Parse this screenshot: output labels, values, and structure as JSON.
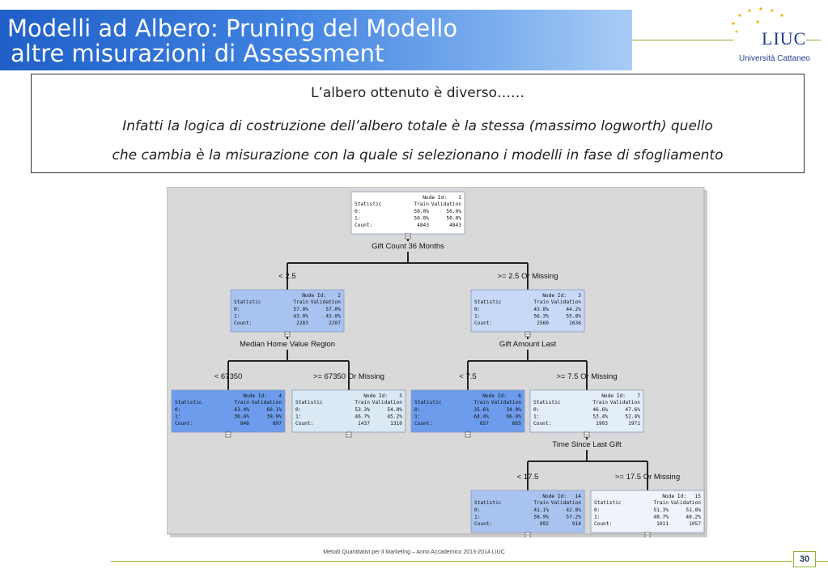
{
  "header": {
    "title_line1": "Modelli ad Albero: Pruning del Modello",
    "title_line2": "altre misurazioni di Assessment",
    "logo_text": "LIUC",
    "logo_sub": "Università Cattaneo"
  },
  "textbox": {
    "line1": "L’albero ottenuto è diverso……",
    "line2": "Infatti la logica di costruzione dell’albero totale è la stessa (massimo logworth) quello",
    "line3": "che cambia è la misurazione con la quale si selezionano i modelli in fase di sfogliamento"
  },
  "tree": {
    "col_headers": {
      "statistic": "Statistic",
      "train": "Train",
      "validation": "Validation",
      "node_id": "Node Id:"
    },
    "row_labels": {
      "zero": "0:",
      "one": "1:",
      "count": "Count:"
    },
    "nodes": [
      {
        "id": "1",
        "zero": [
          "50.0%",
          "50.0%"
        ],
        "one": [
          "50.0%",
          "50.0%"
        ],
        "count": [
          "4843",
          "4843"
        ],
        "color": "#ffffff"
      },
      {
        "id": "2",
        "zero": [
          "57.0%",
          "57.0%"
        ],
        "one": [
          "43.0%",
          "43.0%"
        ],
        "count": [
          "2283",
          "2207"
        ],
        "color": "#a9c3f0"
      },
      {
        "id": "3",
        "zero": [
          "43.8%",
          "44.2%"
        ],
        "one": [
          "56.3%",
          "55.8%"
        ],
        "count": [
          "2560",
          "2636"
        ],
        "color": "#c8d9f7"
      },
      {
        "id": "4",
        "zero": [
          "63.4%",
          "60.1%"
        ],
        "one": [
          "36.6%",
          "39.9%"
        ],
        "count": [
          "846",
          "897"
        ],
        "color": "#6d9cec"
      },
      {
        "id": "5",
        "zero": [
          "53.3%",
          "54.8%"
        ],
        "one": [
          "46.7%",
          "45.2%"
        ],
        "count": [
          "1437",
          "1310"
        ],
        "color": "#dbe9f4"
      },
      {
        "id": "6",
        "zero": [
          "35.6%",
          "34.0%"
        ],
        "one": [
          "64.4%",
          "66.0%"
        ],
        "count": [
          "657",
          "665"
        ],
        "color": "#6d9cec"
      },
      {
        "id": "7",
        "zero": [
          "46.6%",
          "47.6%"
        ],
        "one": [
          "53.4%",
          "52.4%"
        ],
        "count": [
          "1903",
          "1971"
        ],
        "color": "#e4eef8"
      },
      {
        "id": "14",
        "zero": [
          "41.1%",
          "42.8%"
        ],
        "one": [
          "58.9%",
          "57.2%"
        ],
        "count": [
          "892",
          "914"
        ],
        "color": "#a9c3f0"
      },
      {
        "id": "15",
        "zero": [
          "51.3%",
          "51.8%"
        ],
        "one": [
          "48.7%",
          "48.2%"
        ],
        "count": [
          "1011",
          "1057"
        ],
        "color": "#eef4fa"
      }
    ],
    "split_labels": [
      "Gift Count 36 Months",
      "Median Home Value Region",
      "Gift Amount Last",
      "Time Since Last Gift"
    ],
    "branch_labels": [
      "< 2.5",
      ">= 2.5 Or Missing",
      "< 67350",
      ">= 67350 Or Missing",
      "< 7.5",
      ">= 7.5 Or Missing",
      "< 17.5",
      ">= 17.5 Or Missing"
    ]
  },
  "footer": {
    "text": "Metodi Quantitativi per il Marketing – Anno Accademico 2013-2014 LIUC",
    "page": "30"
  }
}
